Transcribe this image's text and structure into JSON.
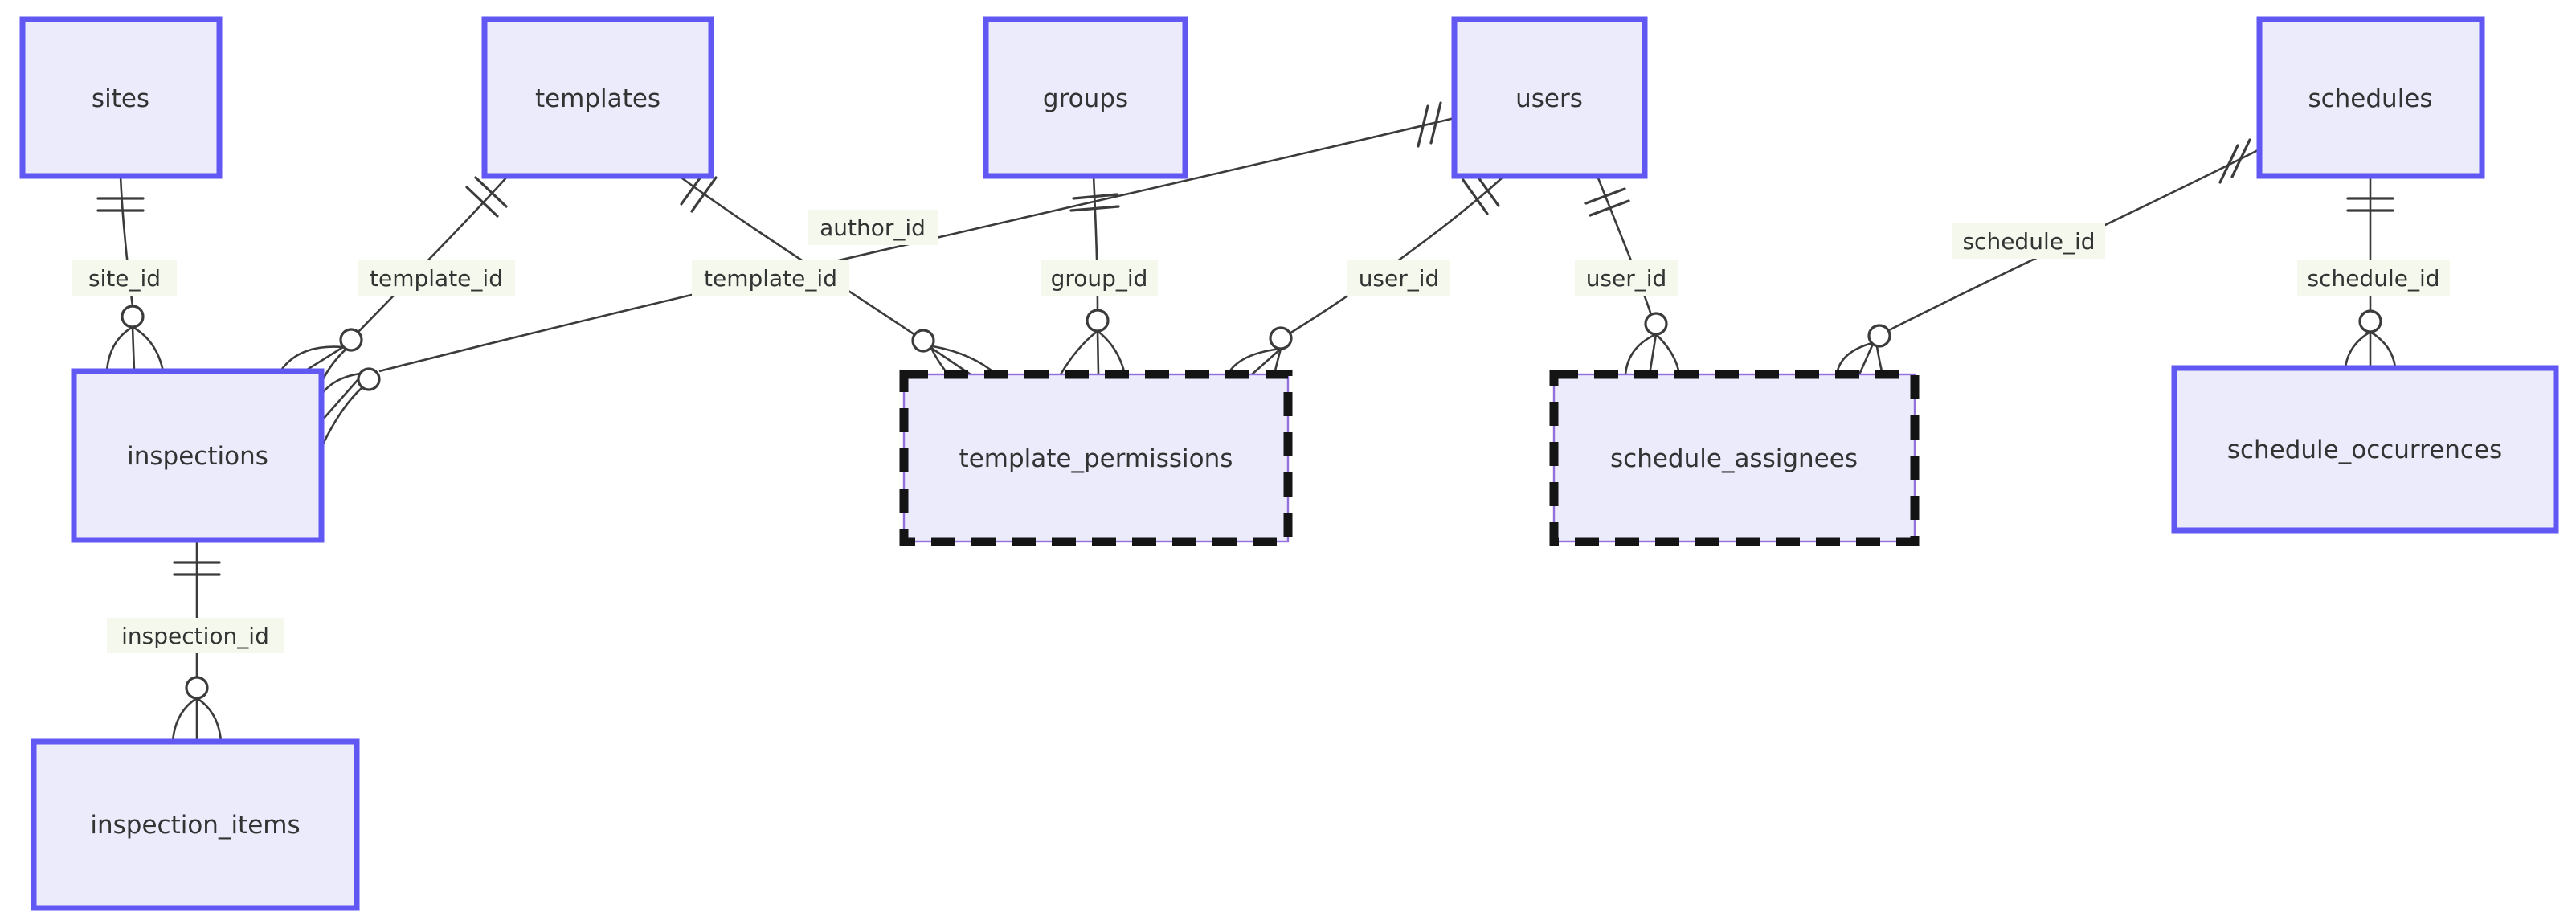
{
  "diagram_type": "entity-relationship",
  "entities": [
    {
      "name": "sites",
      "style": "solid"
    },
    {
      "name": "templates",
      "style": "solid"
    },
    {
      "name": "groups",
      "style": "solid"
    },
    {
      "name": "users",
      "style": "solid"
    },
    {
      "name": "schedules",
      "style": "solid"
    },
    {
      "name": "inspections",
      "style": "solid"
    },
    {
      "name": "template_permissions",
      "style": "dashed"
    },
    {
      "name": "schedule_assignees",
      "style": "dashed"
    },
    {
      "name": "schedule_occurrences",
      "style": "solid"
    },
    {
      "name": "inspection_items",
      "style": "solid"
    }
  ],
  "relationships": [
    {
      "from": "sites",
      "to": "inspections",
      "label": "site_id",
      "parent_marker": "exactly-one",
      "child_marker": "zero-or-more"
    },
    {
      "from": "templates",
      "to": "inspections",
      "label": "template_id",
      "parent_marker": "exactly-one",
      "child_marker": "zero-or-more"
    },
    {
      "from": "templates",
      "to": "template_permissions",
      "label": "template_id",
      "parent_marker": "exactly-one",
      "child_marker": "zero-or-more"
    },
    {
      "from": "groups",
      "to": "template_permissions",
      "label": "group_id",
      "parent_marker": "exactly-one",
      "child_marker": "zero-or-more"
    },
    {
      "from": "users",
      "to": "template_permissions",
      "label": "user_id",
      "parent_marker": "exactly-one",
      "child_marker": "zero-or-more"
    },
    {
      "from": "users",
      "to": "schedule_assignees",
      "label": "user_id",
      "parent_marker": "exactly-one",
      "child_marker": "zero-or-more"
    },
    {
      "from": "users",
      "to": "inspections",
      "label": "author_id",
      "parent_marker": "exactly-one",
      "child_marker": "zero-or-more"
    },
    {
      "from": "schedules",
      "to": "schedule_assignees",
      "label": "schedule_id",
      "parent_marker": "exactly-one",
      "child_marker": "zero-or-more"
    },
    {
      "from": "schedules",
      "to": "schedule_occurrences",
      "label": "schedule_id",
      "parent_marker": "exactly-one",
      "child_marker": "zero-or-more"
    },
    {
      "from": "inspections",
      "to": "inspection_items",
      "label": "inspection_id",
      "parent_marker": "exactly-one",
      "child_marker": "zero-or-more"
    }
  ],
  "colors": {
    "background": "#FFFFFF",
    "entity_fill": "#EBEBFC",
    "entity_border": "#6157F3",
    "junction_dash": "#141414",
    "junction_underline": "#9370DB",
    "line_color": "#3B3B3B",
    "label_bg": "#F4F8ED",
    "text_color": "#333333"
  }
}
